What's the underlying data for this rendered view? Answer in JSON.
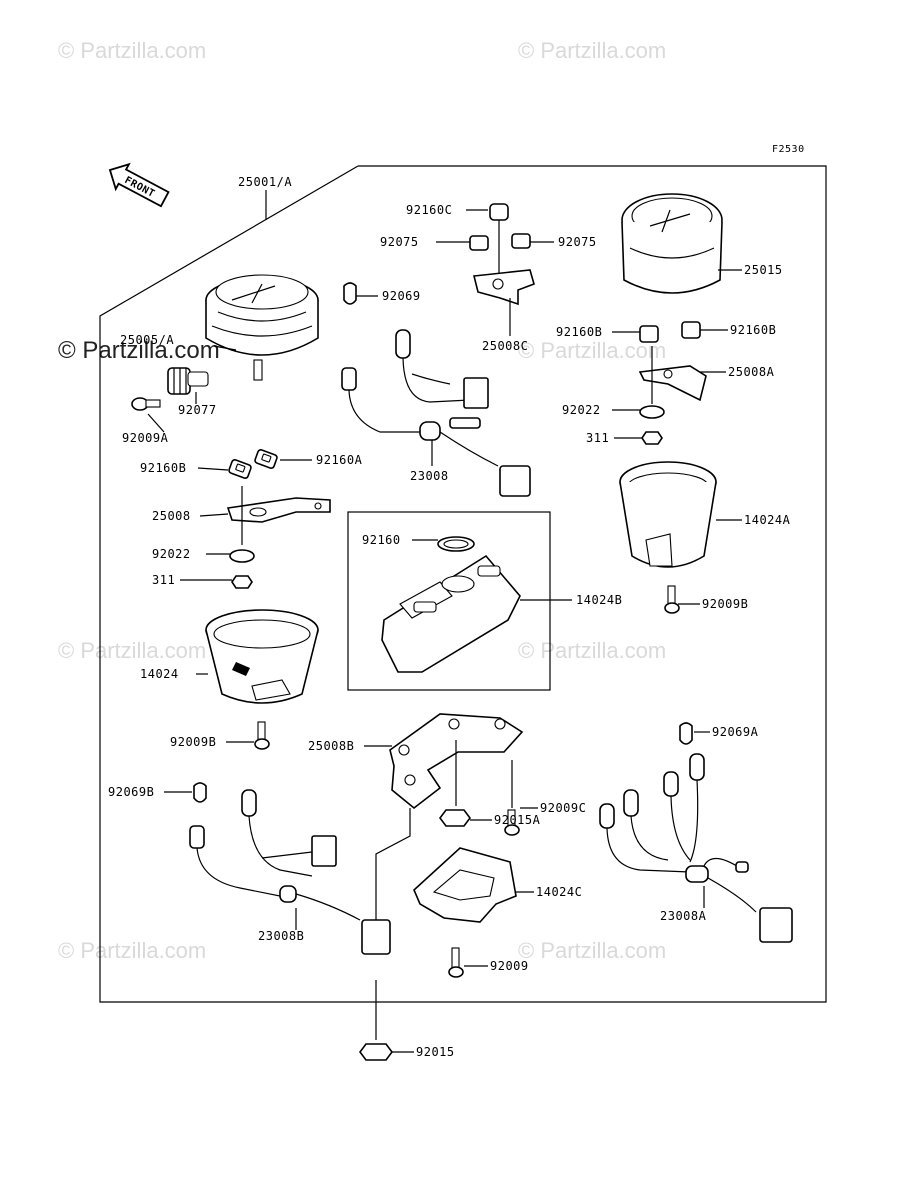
{
  "figure_code": "F2530",
  "front_label": "FRONT",
  "watermark": "© Partzilla.com",
  "parts": {
    "p25001A": "25001/A",
    "p25005A": "25005/A",
    "p92077": "92077",
    "p92009A": "92009A",
    "p92160B_l": "92160B",
    "p92160A": "92160A",
    "p25008": "25008",
    "p92022_l": "92022",
    "p311_l": "311",
    "p14024": "14024",
    "p92009B_l": "92009B",
    "p92069B": "92069B",
    "p23008B": "23008B",
    "p92160C": "92160C",
    "p92075_l": "92075",
    "p92075_r": "92075",
    "p25008C": "25008C",
    "p92069": "92069",
    "p23008": "23008",
    "p92160": "92160",
    "p14024B": "14024B",
    "p25008B": "25008B",
    "p92009C": "92009C",
    "p92015A": "92015A",
    "p14024C": "14024C",
    "p92009": "92009",
    "p92015": "92015",
    "p25015": "25015",
    "p92160B_r": "92160B",
    "p92160B_r2": "92160B",
    "p25008A": "25008A",
    "p92022_r": "92022",
    "p311_r": "311",
    "p14024A": "14024A",
    "p92009B_r": "92009B",
    "p92069A": "92069A",
    "p23008A": "23008A"
  }
}
